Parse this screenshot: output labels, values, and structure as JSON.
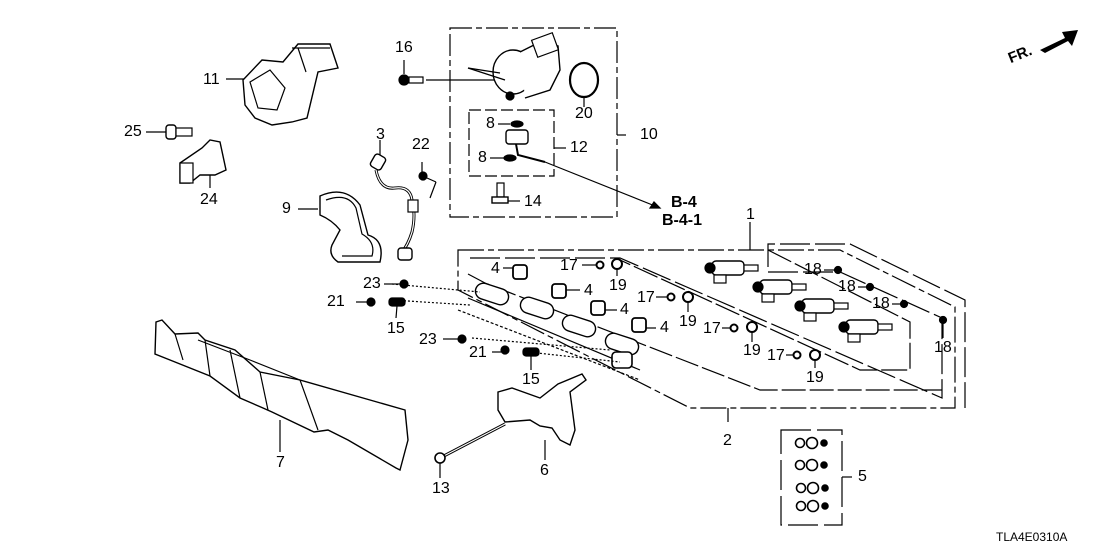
{
  "diagram": {
    "code": "TLA4E0310A",
    "direction_marker": {
      "label": "FR.",
      "icon": "front-direction-arrow-icon"
    },
    "references": [
      "B-4",
      "B-4-1"
    ],
    "callouts": [
      {
        "id": "11",
        "label": "11"
      },
      {
        "id": "16",
        "label": "16"
      },
      {
        "id": "20",
        "label": "20"
      },
      {
        "id": "10",
        "label": "10"
      },
      {
        "id": "8a",
        "label": "8"
      },
      {
        "id": "8b",
        "label": "8"
      },
      {
        "id": "12",
        "label": "12"
      },
      {
        "id": "14",
        "label": "14"
      },
      {
        "id": "25",
        "label": "25"
      },
      {
        "id": "24",
        "label": "24"
      },
      {
        "id": "3",
        "label": "3"
      },
      {
        "id": "22",
        "label": "22"
      },
      {
        "id": "9",
        "label": "9"
      },
      {
        "id": "1",
        "label": "1"
      },
      {
        "id": "4a",
        "label": "4"
      },
      {
        "id": "4b",
        "label": "4"
      },
      {
        "id": "4c",
        "label": "4"
      },
      {
        "id": "4d",
        "label": "4"
      },
      {
        "id": "17a",
        "label": "17"
      },
      {
        "id": "17b",
        "label": "17"
      },
      {
        "id": "17c",
        "label": "17"
      },
      {
        "id": "17d",
        "label": "17"
      },
      {
        "id": "19a",
        "label": "19"
      },
      {
        "id": "19b",
        "label": "19"
      },
      {
        "id": "19c",
        "label": "19"
      },
      {
        "id": "19d",
        "label": "19"
      },
      {
        "id": "18a",
        "label": "18"
      },
      {
        "id": "18b",
        "label": "18"
      },
      {
        "id": "18c",
        "label": "18"
      },
      {
        "id": "18d",
        "label": "18"
      },
      {
        "id": "23a",
        "label": "23"
      },
      {
        "id": "23b",
        "label": "23"
      },
      {
        "id": "21a",
        "label": "21"
      },
      {
        "id": "21b",
        "label": "21"
      },
      {
        "id": "15a",
        "label": "15"
      },
      {
        "id": "15b",
        "label": "15"
      },
      {
        "id": "2",
        "label": "2"
      },
      {
        "id": "7",
        "label": "7"
      },
      {
        "id": "13",
        "label": "13"
      },
      {
        "id": "6",
        "label": "6"
      },
      {
        "id": "5",
        "label": "5"
      }
    ]
  }
}
